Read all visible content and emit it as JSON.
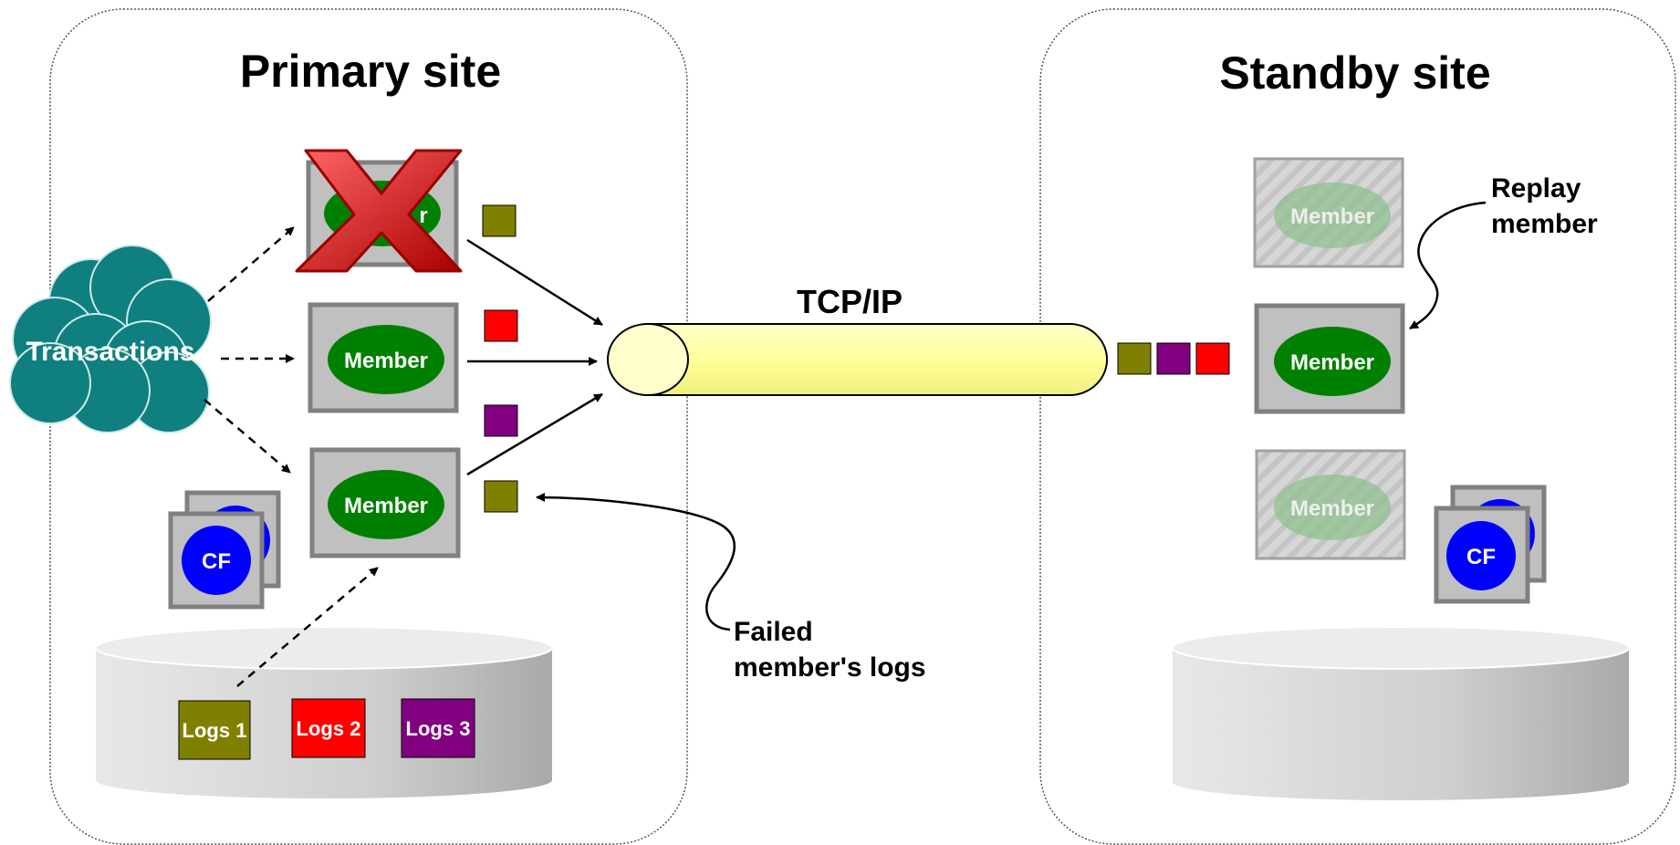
{
  "primary_site": {
    "title": "Primary site",
    "transactions_label": "Transactions",
    "member_label": "Member",
    "failed_member_label_fragment": "r",
    "cf_label": "CF",
    "logs": [
      {
        "label": "Logs 1",
        "color": "#808000"
      },
      {
        "label": "Logs 2",
        "color": "#ff0000"
      },
      {
        "label": "Logs 3",
        "color": "#800080"
      }
    ]
  },
  "standby_site": {
    "title": "Standby site",
    "member_label": "Member",
    "cf_label": "CF"
  },
  "network": {
    "label": "TCP/IP"
  },
  "annotations": {
    "replay_line1": "Replay",
    "replay_line2": "member",
    "failed_line1": "Failed",
    "failed_line2": "member's logs"
  },
  "colors": {
    "olive": "#808000",
    "red": "#ff0000",
    "purple": "#800080",
    "member_green": "#008000",
    "cf_blue": "#0000ff",
    "cloud_teal": "#0f7f7f",
    "pipe_yellow": "#ffff99",
    "failed_x": "#cc0000"
  }
}
